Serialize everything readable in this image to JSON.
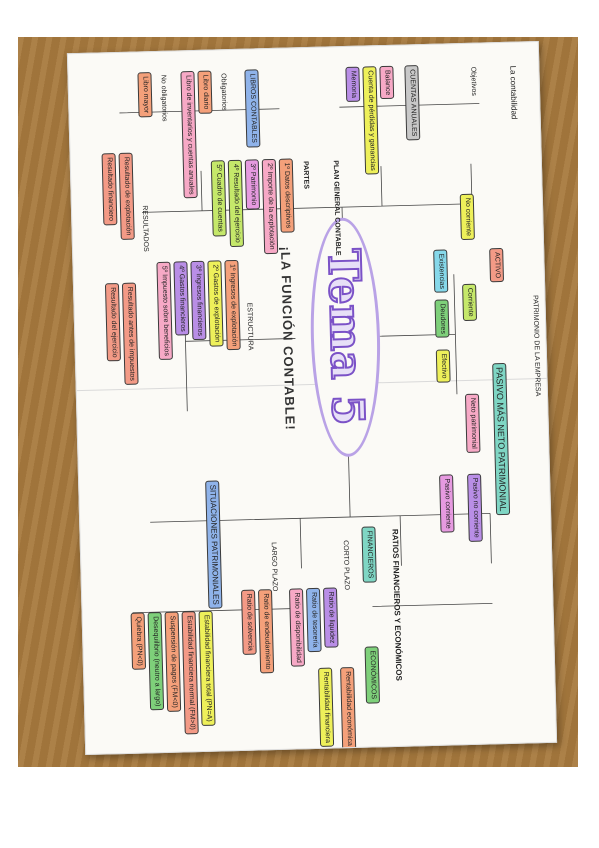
{
  "poster": {
    "title": "Tema 5",
    "subtitle": "¡LA FUNCIÓN CONTABLE!"
  },
  "nodes": [
    {
      "id": "patrimonio",
      "label": "PATRIMONIO DE LA EMPRESA",
      "color": "plain"
    },
    {
      "id": "activo",
      "label": "ACTIVO",
      "color": "salmon"
    },
    {
      "id": "pasivo",
      "label": "PASIVO MÁS NETO PATRIMONIAL",
      "color": "teal"
    },
    {
      "id": "nocorriente",
      "label": "No corriente",
      "color": "yellow"
    },
    {
      "id": "corriente",
      "label": "Corriente",
      "color": "lime"
    },
    {
      "id": "existencias",
      "label": "Existencias",
      "color": "cyan"
    },
    {
      "id": "deudores",
      "label": "Deudores",
      "color": "green"
    },
    {
      "id": "efectivo",
      "label": "Efectivo",
      "color": "yellow"
    },
    {
      "id": "netopat",
      "label": "Neto patrimonial",
      "color": "pink"
    },
    {
      "id": "pasivonc",
      "label": "Pasivo no corriente",
      "color": "purple"
    },
    {
      "id": "pasivoc",
      "label": "Pasivo corriente",
      "color": "magenta"
    },
    {
      "id": "ratios",
      "label": "RATIOS FINANCIEROS Y ECONÓMICOS",
      "color": "plain"
    },
    {
      "id": "financieros",
      "label": "FINANCIEROS",
      "color": "teal"
    },
    {
      "id": "economicos",
      "label": "ECONÓMICOS",
      "color": "green"
    },
    {
      "id": "cortoplazo",
      "label": "CORTO PLAZO",
      "color": "plain"
    },
    {
      "id": "largoplazo",
      "label": "LARGO PLAZO",
      "color": "plain"
    },
    {
      "id": "liquidez",
      "label": "Ratio de liquidez",
      "color": "purple"
    },
    {
      "id": "tesoreria",
      "label": "Ratio de tesorería",
      "color": "blue"
    },
    {
      "id": "disponibilidad",
      "label": "Ratio de disponibilidad",
      "color": "pink"
    },
    {
      "id": "endeudamiento",
      "label": "Ratio de endeudamiento",
      "color": "orange"
    },
    {
      "id": "solvencia",
      "label": "Ratio de solvencia",
      "color": "salmon"
    },
    {
      "id": "rentabilidad",
      "label": "Rentabilidad económica",
      "color": "orange"
    },
    {
      "id": "rentfin",
      "label": "Rentabilidad financiera",
      "color": "yellow"
    },
    {
      "id": "situaciones",
      "label": "SITUACIONES PATRIMONIALES",
      "color": "blue"
    },
    {
      "id": "estabtotal",
      "label": "Estabilidad financiera total (PN=A)",
      "color": "yellow"
    },
    {
      "id": "estabnormal",
      "label": "Estabilidad financiera normal (FM>0)",
      "color": "salmon"
    },
    {
      "id": "suspension",
      "label": "Suspensión de pagos (FM<0)",
      "color": "orange"
    },
    {
      "id": "desequilibrio",
      "label": "Desequilibrio (neutro a largo)",
      "color": "green"
    },
    {
      "id": "quiebra",
      "label": "Quiebra (PN<0)",
      "color": "orange"
    },
    {
      "id": "estructura",
      "label": "ESTRUCTURA",
      "color": "plain"
    },
    {
      "id": "e1",
      "label": "1º Ingresos de explotación",
      "color": "orange"
    },
    {
      "id": "e2",
      "label": "2º Gastos de explotación",
      "color": "yellow"
    },
    {
      "id": "e3",
      "label": "3º Ingresos financieros",
      "color": "purple"
    },
    {
      "id": "e4",
      "label": "4º Gastos financieros",
      "color": "purple"
    },
    {
      "id": "e5",
      "label": "5º Impuesto sobre beneficios",
      "color": "pink"
    },
    {
      "id": "resultados",
      "label": "RESULTADOS",
      "color": "plain"
    },
    {
      "id": "r1",
      "label": "Resultado de explotación",
      "color": "salmon"
    },
    {
      "id": "r2",
      "label": "Resultado financiero",
      "color": "salmon"
    },
    {
      "id": "r3",
      "label": "Resultado antes de impuestos",
      "color": "salmon"
    },
    {
      "id": "r4",
      "label": "Resultado del ejercicio",
      "color": "salmon"
    },
    {
      "id": "contabilidad",
      "label": "La contabilidad",
      "color": "plain"
    },
    {
      "id": "objetivos",
      "label": "Objetivos",
      "color": "plain"
    },
    {
      "id": "cuentas",
      "label": "CUENTAS ANUALES",
      "color": "gray"
    },
    {
      "id": "balance",
      "label": "Balance",
      "color": "pink"
    },
    {
      "id": "pyg",
      "label": "Cuenta de pérdidas y ganancias",
      "color": "yellow"
    },
    {
      "id": "memoria",
      "label": "Memoria",
      "color": "purple"
    },
    {
      "id": "libros",
      "label": "LIBROS CONTABLES",
      "color": "blue"
    },
    {
      "id": "partes",
      "label": "PARTES",
      "color": "plain"
    },
    {
      "id": "obligatorios",
      "label": "Obligatorios",
      "color": "plain"
    },
    {
      "id": "noobligatorios",
      "label": "No obligatorios",
      "color": "plain"
    },
    {
      "id": "diario",
      "label": "Libro diario",
      "color": "orange"
    },
    {
      "id": "inventarios",
      "label": "Libro de inventarios y cuentas anuales",
      "color": "pink"
    },
    {
      "id": "mayor",
      "label": "Libro mayor",
      "color": "orange"
    },
    {
      "id": "p1",
      "label": "1º Datos descriptivos",
      "color": "orange"
    },
    {
      "id": "p2",
      "label": "2º Importe de la explotación",
      "color": "pink"
    },
    {
      "id": "p3",
      "label": "3º Patrimonio",
      "color": "magenta"
    },
    {
      "id": "p4",
      "label": "4º Resultado del ejercicio",
      "color": "lime"
    },
    {
      "id": "p5",
      "label": "5º Cuadro de cuentas",
      "color": "lime"
    },
    {
      "id": "pgc",
      "label": "PLAN GENERAL CONTABLE",
      "color": "plain"
    }
  ]
}
